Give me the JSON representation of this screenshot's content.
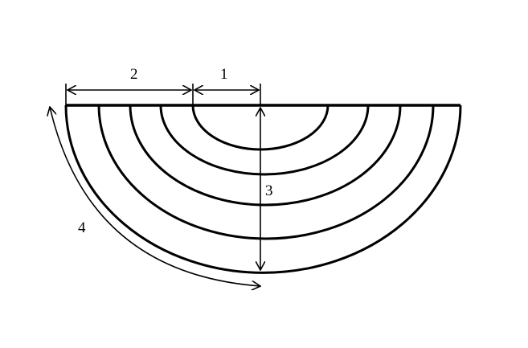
{
  "diagram": {
    "labels": {
      "width_outer": "2",
      "width_inner": "1",
      "depth": "3",
      "arc_length": "4"
    },
    "colors": {
      "stroke": "#000000",
      "background": "#ffffff"
    }
  }
}
